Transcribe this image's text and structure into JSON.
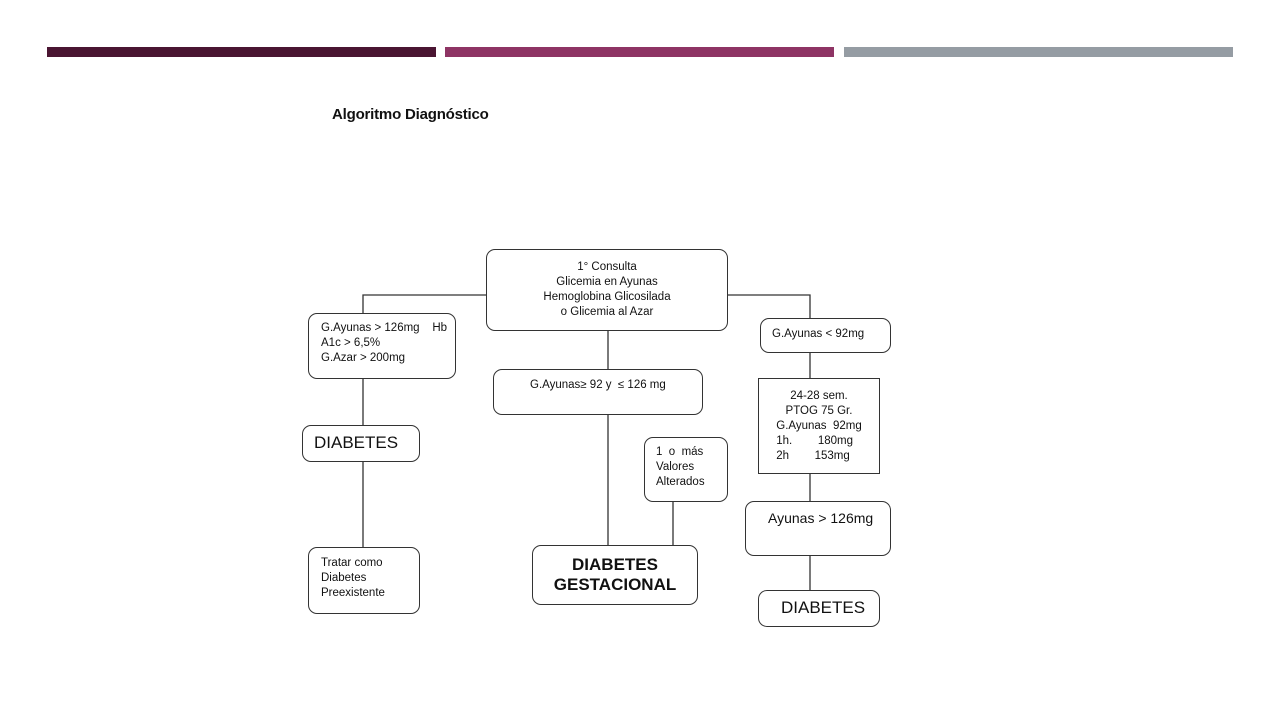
{
  "slide": {
    "accent_colors": [
      "#4a1532",
      "#8e3464",
      "#959ca3"
    ]
  },
  "diagram": {
    "title": "Algoritmo Diagnóstico",
    "nodes": {
      "consulta": [
        "1° Consulta",
        "Glicemia en Ayunas",
        "Hemoglobina Glicosilada",
        "o Glicemia al Azar"
      ],
      "left_criteria": [
        "G.Ayunas > 126mg    Hb",
        "A1c > 6,5%",
        "G.Azar > 200mg"
      ],
      "left_diabetes": "DIABETES",
      "left_treat": [
        "Tratar como",
        "Diabetes",
        "Preexistente"
      ],
      "mid_range": "G.Ayunas≥ 92 y  ≤ 126 mg",
      "mid_altered": [
        "1  o  más",
        "Valores",
        "Alterados"
      ],
      "mid_gestational": [
        "DIABETES",
        "GESTACIONAL"
      ],
      "right_low": "G.Ayunas < 92mg",
      "right_ptog": [
        "24-28 sem.",
        "PTOG 75 Gr.",
        "G.Ayunas  92mg",
        "1h.        180mg",
        "2h        153mg"
      ],
      "right_ayunas": "Ayunas > 126mg",
      "right_diabetes": "DIABETES"
    }
  }
}
